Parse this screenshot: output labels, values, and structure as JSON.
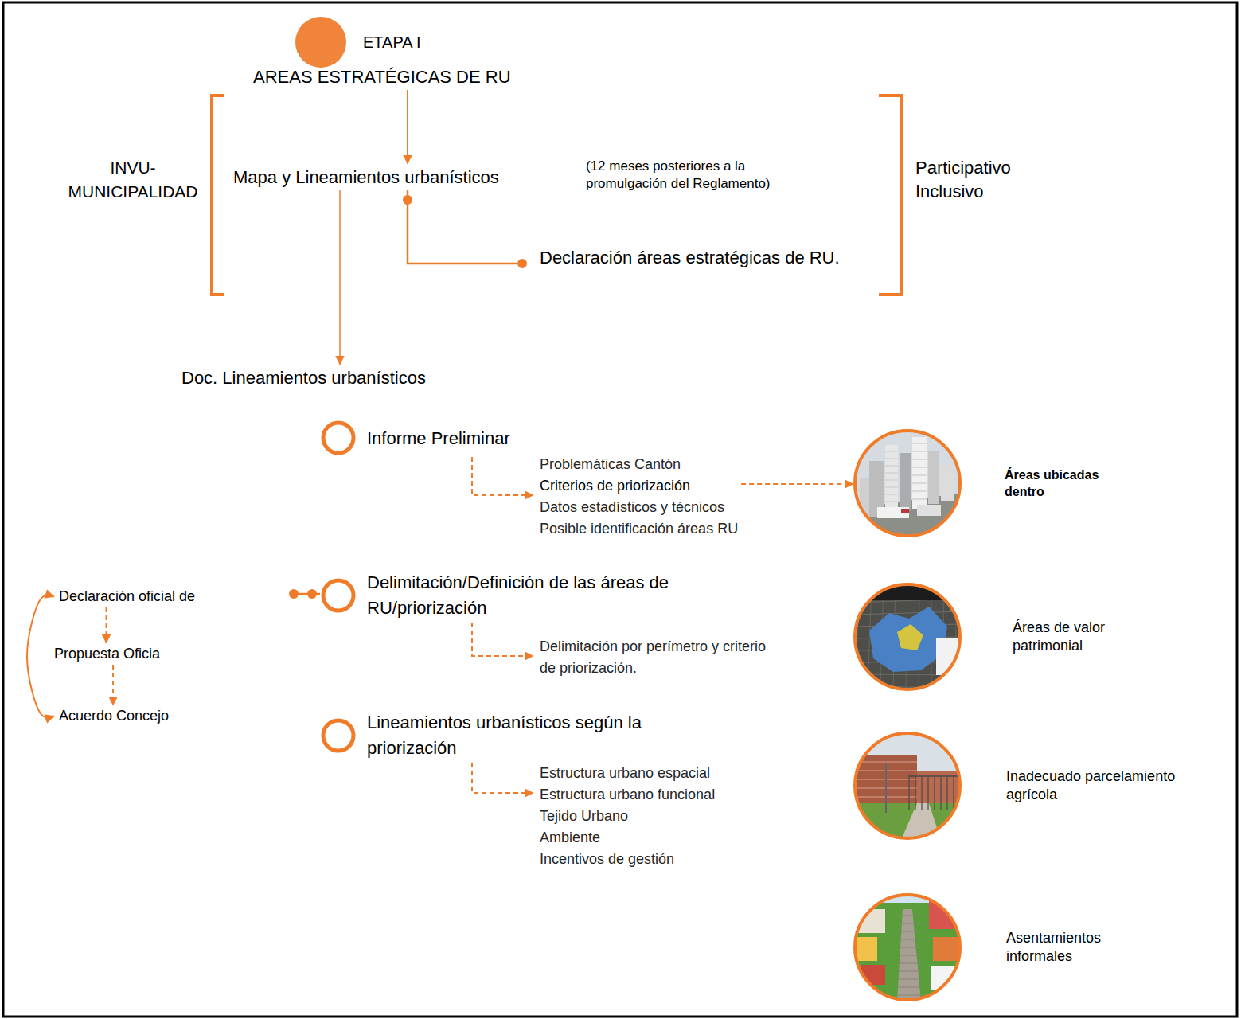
{
  "diagram": {
    "nodes": [
      {
        "text": [
          "ETAPA I"
        ]
      },
      {
        "text": [
          "AREAS ESTRATÉGICAS DE RU"
        ]
      },
      {
        "text": [
          "Mapa y Lineamientos urbanísticos"
        ]
      },
      {
        "text": [
          "Declaración áreas estratégicas de RU."
        ]
      },
      {
        "text": [
          "Doc. Lineamientos urbanísticos"
        ]
      },
      {
        "text": [
          "Informe Preliminar"
        ]
      },
      {
        "text": [
          "Problemáticas Cantón",
          "Criterios de priorización",
          "Datos estadísticos y técnicos",
          "Posible identificación áreas RU"
        ]
      },
      {
        "text": [
          "Delimitación/Definición de las áreas de RU/priorización"
        ]
      },
      {
        "text": [
          "Delimitación por perímetro y criterio de priorización."
        ]
      },
      {
        "text": [
          "Lineamientos urbanísticos según la priorización"
        ]
      },
      {
        "text": [
          "Estructura urbano espacial",
          "Estructura urbano funcional",
          "Tejido Urbano",
          "Ambiente",
          "Incentivos de gestión"
        ]
      },
      {
        "text": [
          "Declaración oficial de"
        ]
      },
      {
        "text": [
          "Propuesta Oficia"
        ]
      },
      {
        "text": [
          "Acuerdo Concejo"
        ]
      },
      {
        "text": [
          "Áreas ubicadas dentro"
        ]
      },
      {
        "text": [
          "Áreas de valor patrimonial"
        ]
      },
      {
        "text": [
          "Inadecuado parcelamiento agrícola"
        ]
      },
      {
        "text": [
          "Asentamientos informales"
        ]
      }
    ],
    "edges": [
      {
        "from": 1,
        "to": 2,
        "arrow": "to"
      },
      {
        "from": 2,
        "to": 3,
        "arrow": "none"
      },
      {
        "from": 2,
        "to": 4,
        "arrow": "to"
      },
      {
        "from": 5,
        "to": 6,
        "arrow": "to"
      },
      {
        "from": 6,
        "to": 14,
        "arrow": "to"
      },
      {
        "from": 7,
        "to": 8,
        "arrow": "to"
      },
      {
        "from": 9,
        "to": 10,
        "arrow": "to"
      },
      {
        "from": 11,
        "to": 12,
        "arrow": "to"
      },
      {
        "from": 12,
        "to": 13,
        "arrow": "to"
      },
      {
        "from": 13,
        "to": 11,
        "arrow": "both"
      }
    ],
    "labels": [
      "INVU- MUNICIPALIDAD",
      "(12 meses posteriores a la promulgación del Reglamento)",
      "Participativo Inclusivo"
    ]
  }
}
